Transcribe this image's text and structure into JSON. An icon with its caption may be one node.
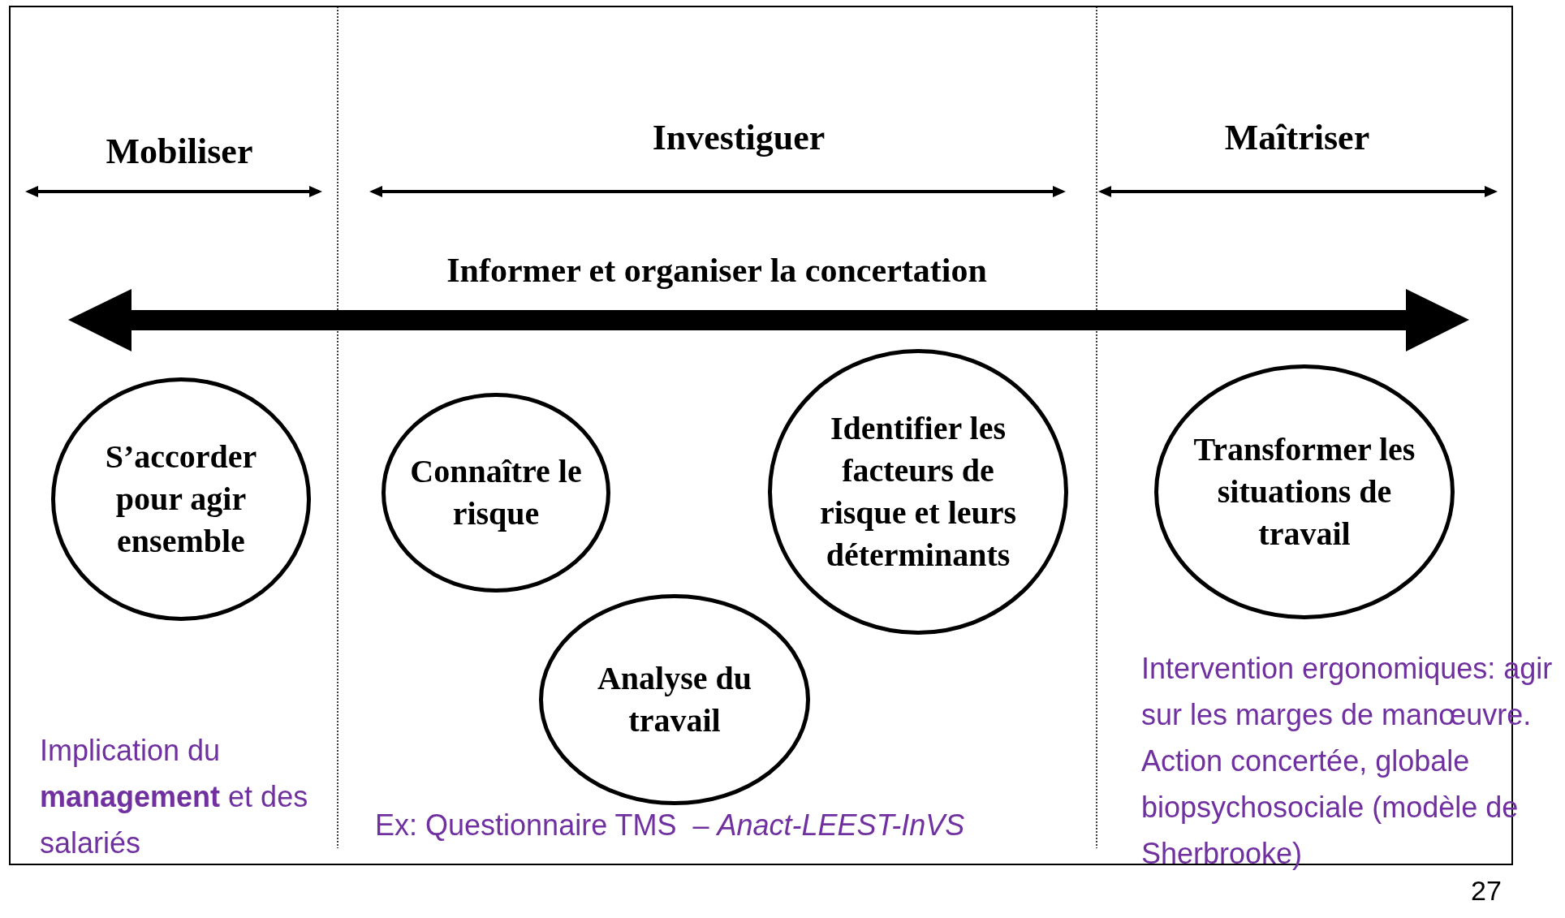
{
  "diagram": {
    "nodes": [
      {
        "text": [
          "S’accorder pour agir ensemble"
        ]
      },
      {
        "text": [
          "Connaître le risque"
        ]
      },
      {
        "text": [
          "Identifier les facteurs de risque et leurs déterminants"
        ]
      },
      {
        "text": [
          "Analyse du travail"
        ]
      },
      {
        "text": [
          "Transformer les situations de travail"
        ]
      }
    ],
    "labels": [
      "Mobiliser",
      "Investiguer",
      "Maîtriser",
      "Informer et organiser la concertation",
      "Implication du **management** et des salariés",
      "Ex: Questionnaire TMS  – *Anact-LEEST-InVS*",
      "Intervention ergonomiques: agir sur les marges de manœuvre. Action concertée, globale biopsychosociale (modèle de Sherbrooke)",
      "27"
    ]
  }
}
